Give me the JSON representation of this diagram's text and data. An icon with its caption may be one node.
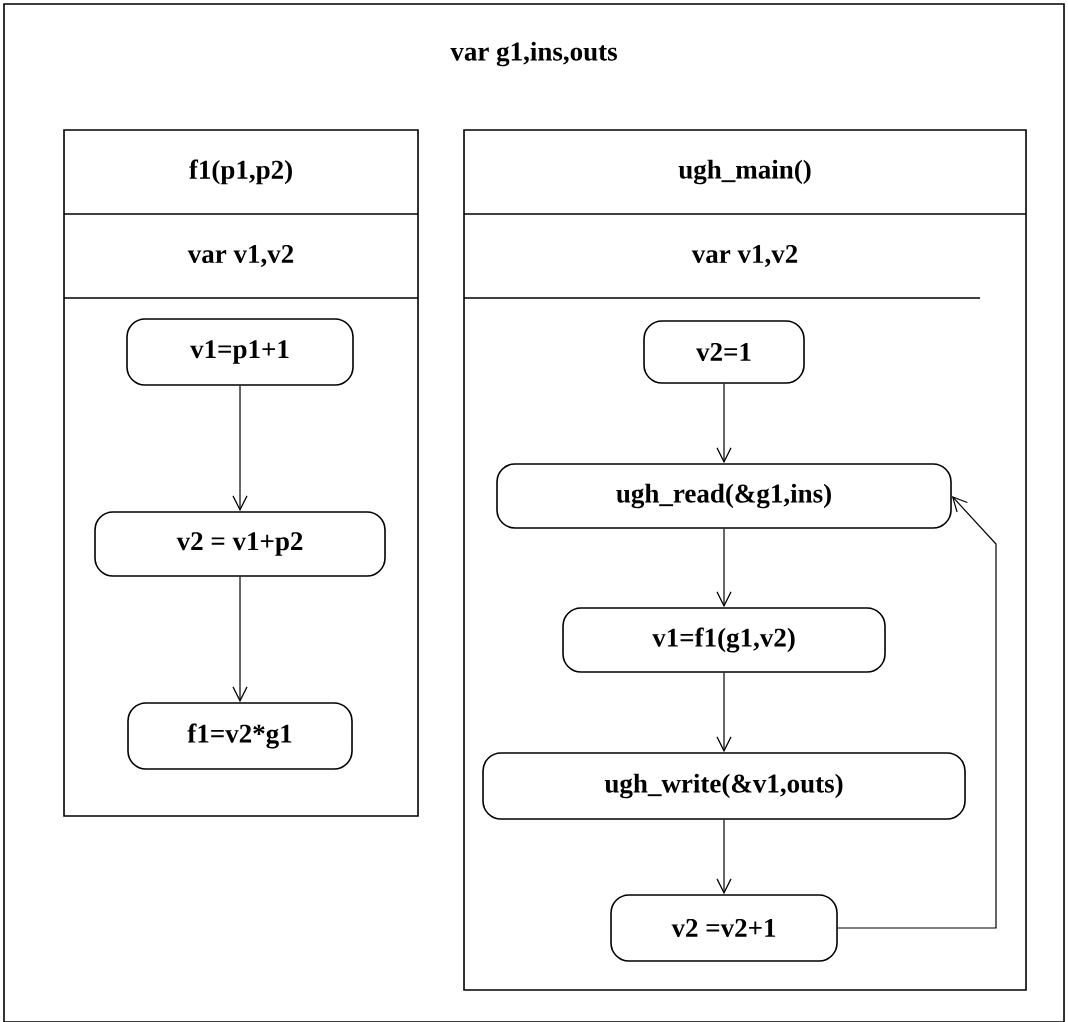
{
  "diagram": {
    "nodes": [
      {
        "text": [
          "var g1,ins,outs"
        ]
      },
      {
        "text": [
          "f1(p1,p2)",
          "var v1,v2"
        ],
        "in": 0
      },
      {
        "text": [
          "ugh_main()",
          "var v1,v2"
        ],
        "in": 0
      },
      {
        "text": [
          "v1=p1+1"
        ],
        "in": 1
      },
      {
        "text": [
          "v2 = v1+p2"
        ],
        "in": 1
      },
      {
        "text": [
          "f1=v2*g1"
        ],
        "in": 1
      },
      {
        "text": [
          "v2=1"
        ],
        "in": 2
      },
      {
        "text": [
          "ugh_read(&g1,ins)"
        ],
        "in": 2
      },
      {
        "text": [
          "v1=f1(g1,v2)"
        ],
        "in": 2
      },
      {
        "text": [
          "ugh_write(&v1,outs)"
        ],
        "in": 2
      },
      {
        "text": [
          "v2 =v2+1"
        ],
        "in": 2
      }
    ],
    "edges": [
      {
        "from": 3,
        "to": 4,
        "arrow": "to"
      },
      {
        "from": 4,
        "to": 5,
        "arrow": "to"
      },
      {
        "from": 6,
        "to": 7,
        "arrow": "to"
      },
      {
        "from": 7,
        "to": 8,
        "arrow": "to"
      },
      {
        "from": 8,
        "to": 9,
        "arrow": "to"
      },
      {
        "from": 9,
        "to": 10,
        "arrow": "to"
      },
      {
        "from": 10,
        "to": 7,
        "arrow": "to"
      }
    ]
  }
}
